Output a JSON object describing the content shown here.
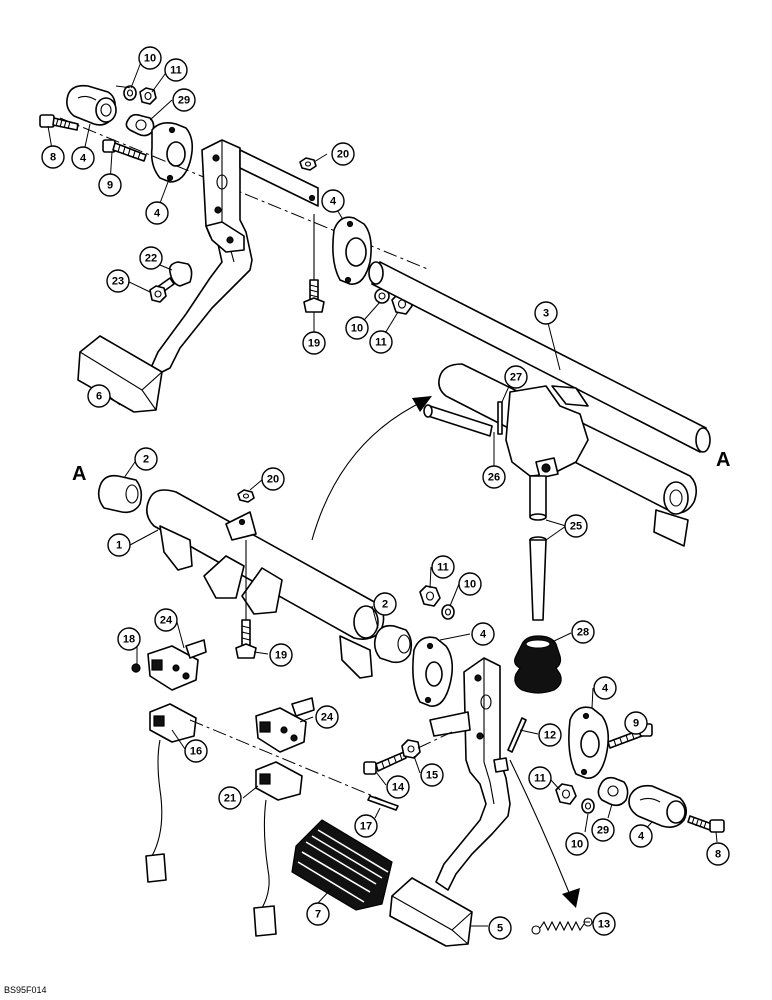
{
  "figure_code": "BS95F014",
  "reference_marks": [
    "A",
    "A"
  ],
  "callouts": [
    {
      "id": "c-10a",
      "label": "10"
    },
    {
      "id": "c-11a",
      "label": "11"
    },
    {
      "id": "c-29a",
      "label": "29"
    },
    {
      "id": "c-8a",
      "label": "8"
    },
    {
      "id": "c-4a",
      "label": "4"
    },
    {
      "id": "c-9a",
      "label": "9"
    },
    {
      "id": "c-4b",
      "label": "4"
    },
    {
      "id": "c-20a",
      "label": "20"
    },
    {
      "id": "c-4c",
      "label": "4"
    },
    {
      "id": "c-22",
      "label": "22"
    },
    {
      "id": "c-23",
      "label": "23"
    },
    {
      "id": "c-19a",
      "label": "19"
    },
    {
      "id": "c-10b",
      "label": "10"
    },
    {
      "id": "c-11b",
      "label": "11"
    },
    {
      "id": "c-3",
      "label": "3"
    },
    {
      "id": "c-6",
      "label": "6"
    },
    {
      "id": "c-27",
      "label": "27"
    },
    {
      "id": "c-26",
      "label": "26"
    },
    {
      "id": "c-2a",
      "label": "2"
    },
    {
      "id": "c-20b",
      "label": "20"
    },
    {
      "id": "c-25",
      "label": "25"
    },
    {
      "id": "c-1",
      "label": "1"
    },
    {
      "id": "c-11c",
      "label": "11"
    },
    {
      "id": "c-10c",
      "label": "10"
    },
    {
      "id": "c-28",
      "label": "28"
    },
    {
      "id": "c-2b",
      "label": "2"
    },
    {
      "id": "c-4d",
      "label": "4"
    },
    {
      "id": "c-18",
      "label": "18"
    },
    {
      "id": "c-24a",
      "label": "24"
    },
    {
      "id": "c-19b",
      "label": "19"
    },
    {
      "id": "c-4e",
      "label": "4"
    },
    {
      "id": "c-9b",
      "label": "9"
    },
    {
      "id": "c-16",
      "label": "16"
    },
    {
      "id": "c-24b",
      "label": "24"
    },
    {
      "id": "c-12",
      "label": "12"
    },
    {
      "id": "c-14",
      "label": "14"
    },
    {
      "id": "c-15",
      "label": "15"
    },
    {
      "id": "c-11d",
      "label": "11"
    },
    {
      "id": "c-21",
      "label": "21"
    },
    {
      "id": "c-17",
      "label": "17"
    },
    {
      "id": "c-29b",
      "label": "29"
    },
    {
      "id": "c-10d",
      "label": "10"
    },
    {
      "id": "c-4f",
      "label": "4"
    },
    {
      "id": "c-8b",
      "label": "8"
    },
    {
      "id": "c-7",
      "label": "7"
    },
    {
      "id": "c-5",
      "label": "5"
    },
    {
      "id": "c-13",
      "label": "13"
    }
  ]
}
